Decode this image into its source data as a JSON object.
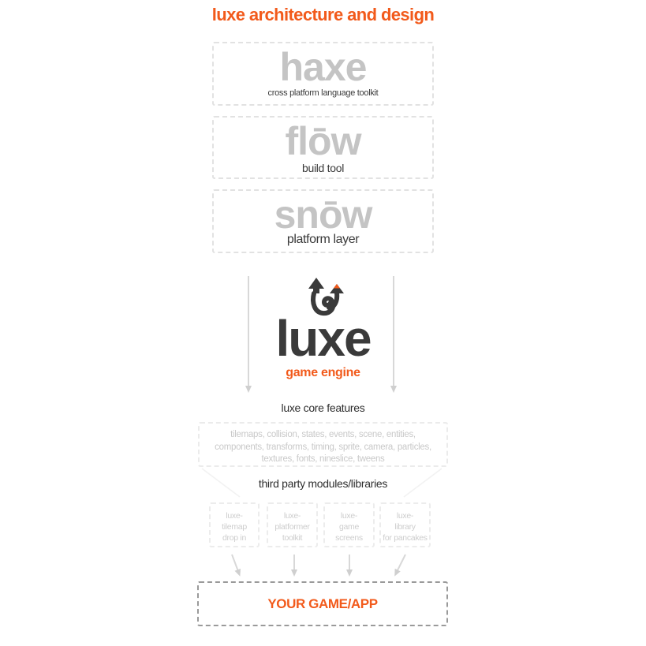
{
  "title": "luxe architecture and design",
  "layers": [
    {
      "name": "haxe",
      "caption": "cross platform language toolkit"
    },
    {
      "name": "flōw",
      "caption": "build tool"
    },
    {
      "name": "snōw",
      "caption": "platform layer"
    }
  ],
  "engine": {
    "name": "luxe",
    "caption": "game engine"
  },
  "core": {
    "label": "luxe core features",
    "features_lines": [
      "tilemaps, collision, states, events, scene, entities,",
      "components, transforms, timing, sprite, camera, particles,",
      "textures, fonts, nineslice, tweens"
    ]
  },
  "third_party": {
    "label": "third party modules/libraries",
    "modules": [
      {
        "lines": [
          "luxe-",
          "tilemap",
          "drop in"
        ]
      },
      {
        "lines": [
          "luxe-",
          "platformer",
          "toolkit"
        ]
      },
      {
        "lines": [
          "luxe-",
          "game",
          "screens"
        ]
      },
      {
        "lines": [
          "luxe-",
          "library",
          "for pancakes"
        ]
      }
    ]
  },
  "output": {
    "label": "YOUR GAME/APP"
  },
  "colors": {
    "accent": "#f25a1b",
    "dark_text": "#3a3a3a",
    "faded_text": "#c4c4c4",
    "box_border": "#e2e2e2"
  }
}
